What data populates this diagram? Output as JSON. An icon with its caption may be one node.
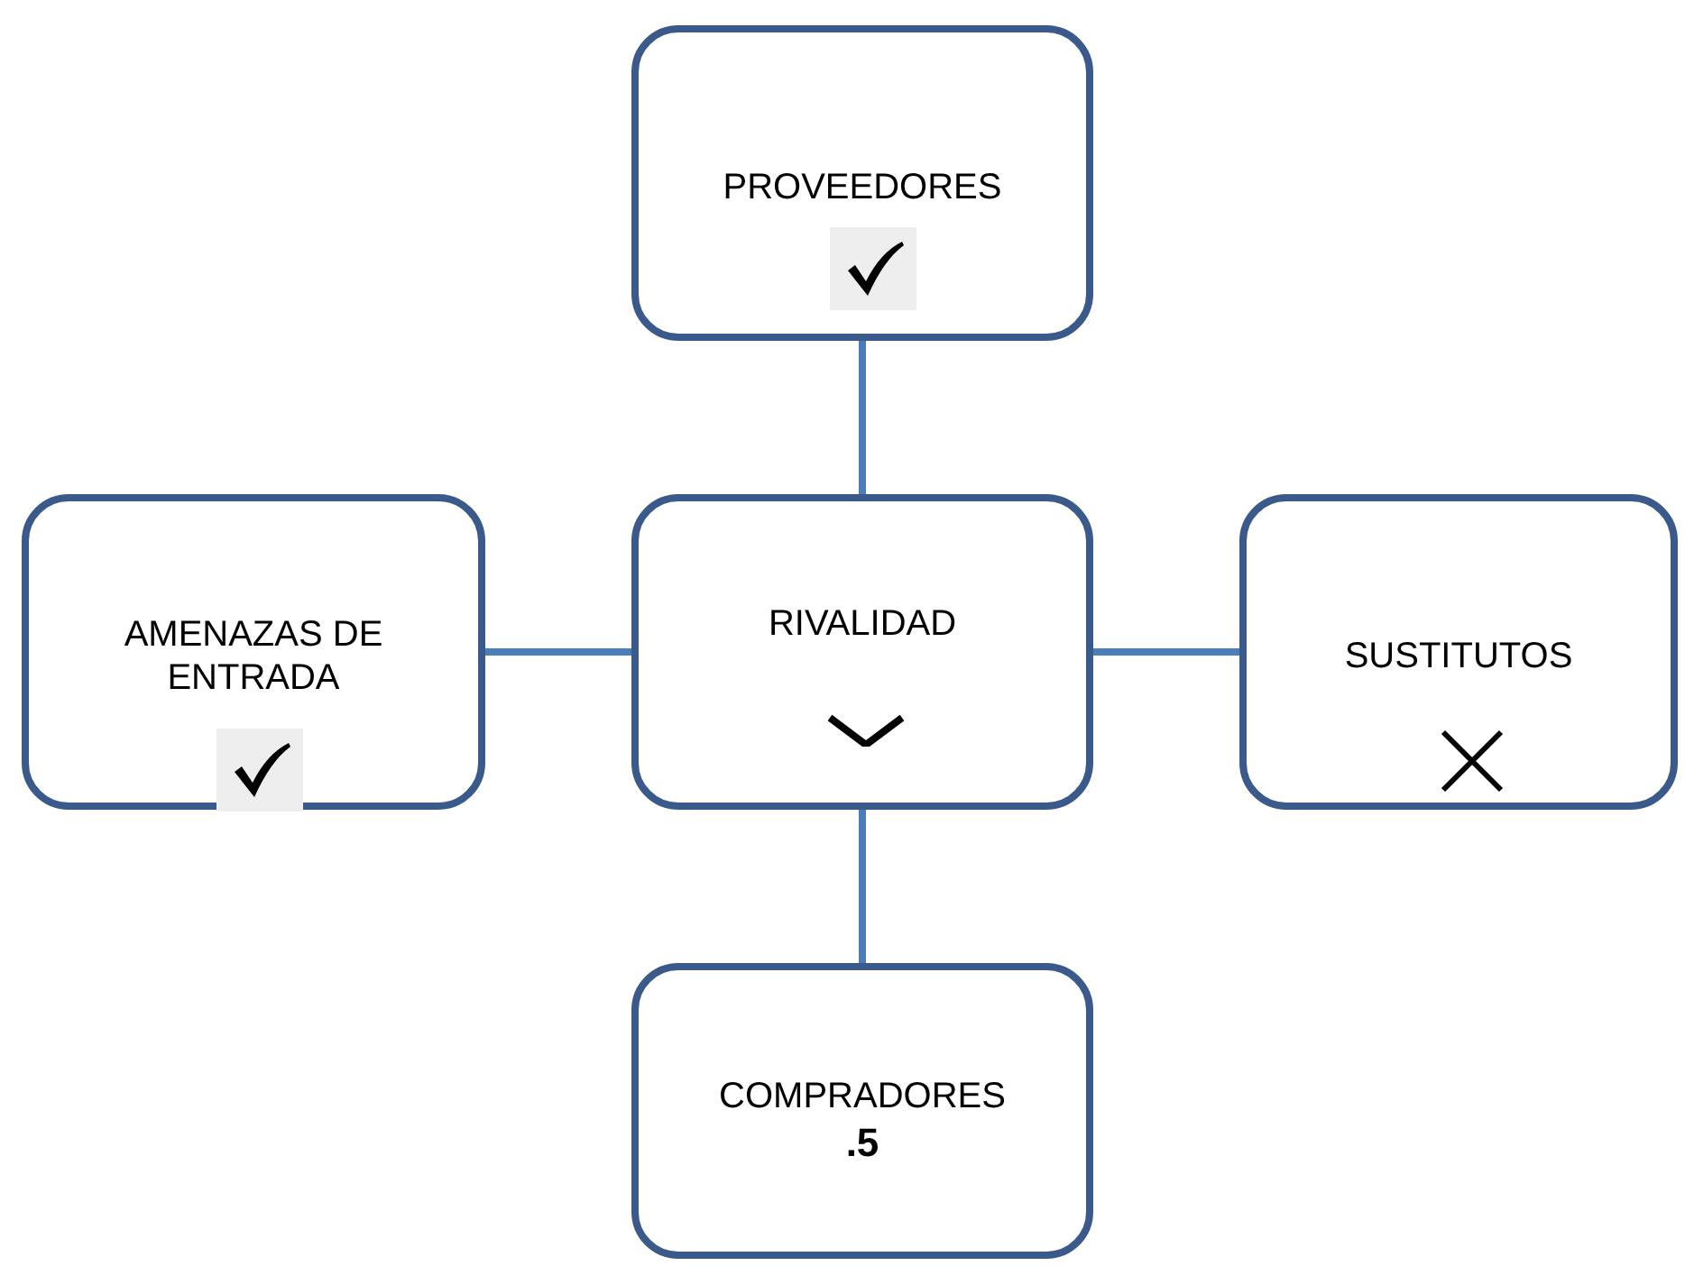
{
  "diagram": {
    "nodes": [
      {
        "text": [
          "PROVEEDORES"
        ]
      },
      {
        "text": [
          "AMENAZAS DE ENTRADA"
        ]
      },
      {
        "text": [
          "RIVALIDAD"
        ]
      },
      {
        "text": [
          "SUSTITUTOS"
        ]
      },
      {
        "text": [
          "COMPRADORES",
          ".5"
        ]
      }
    ],
    "edges": [
      {
        "from": 0,
        "to": 2,
        "arrow": "none"
      },
      {
        "from": 1,
        "to": 2,
        "arrow": "none"
      },
      {
        "from": 2,
        "to": 3,
        "arrow": "none"
      },
      {
        "from": 2,
        "to": 4,
        "arrow": "none"
      }
    ]
  }
}
